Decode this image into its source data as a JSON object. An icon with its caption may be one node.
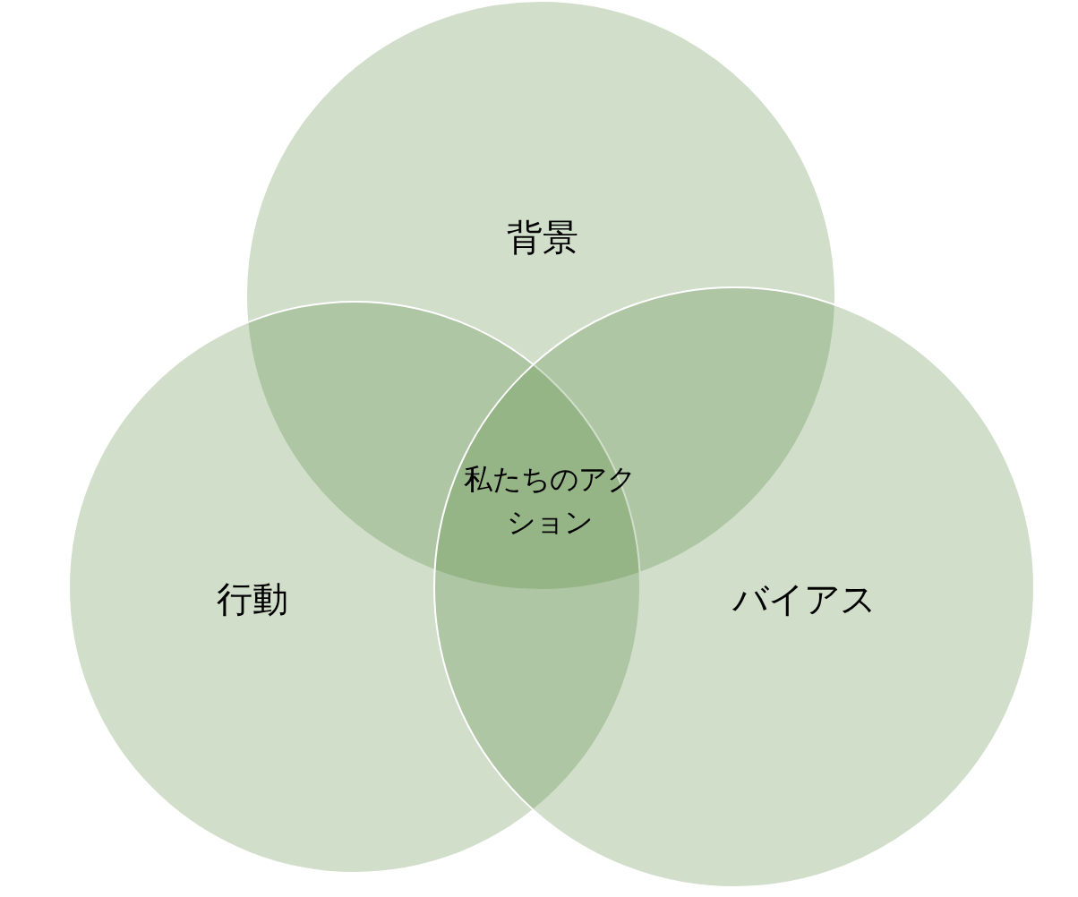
{
  "diagram": {
    "nodes": [
      {
        "text": [
          "背景"
        ]
      },
      {
        "text": [
          "行動"
        ]
      },
      {
        "text": [
          "バイアス"
        ]
      }
    ],
    "labels": [
      "私たちのアクション"
    ]
  }
}
